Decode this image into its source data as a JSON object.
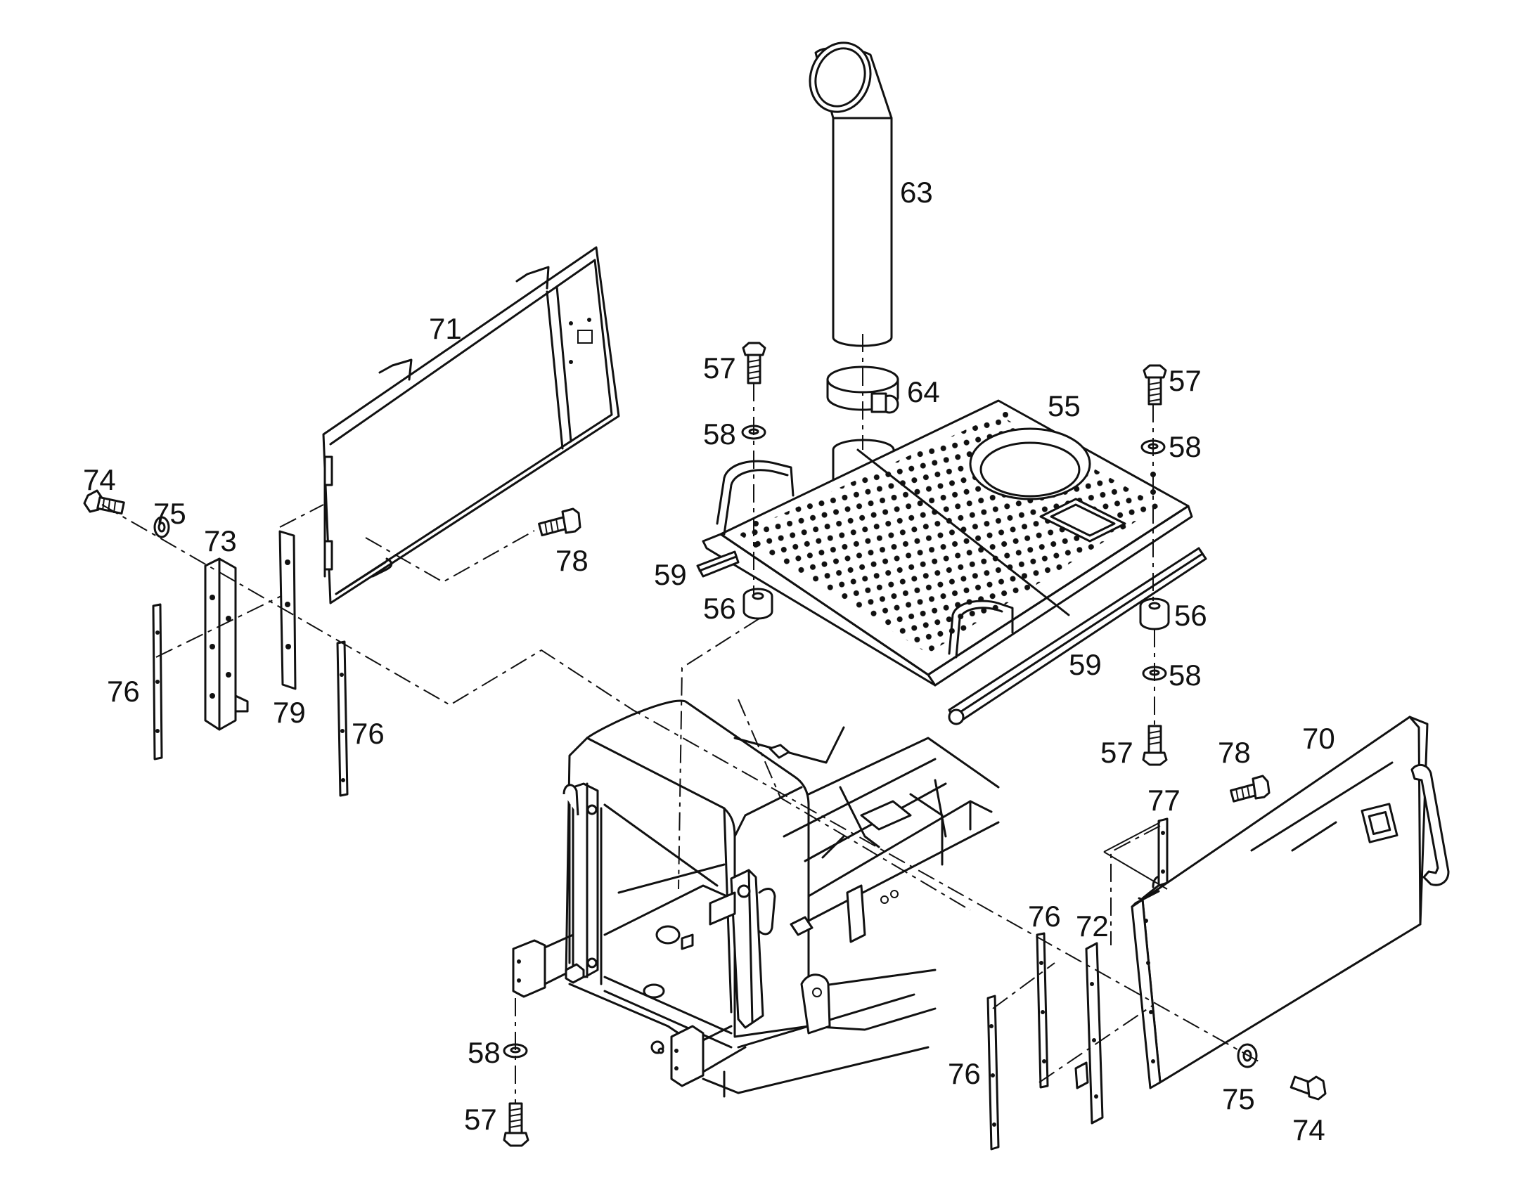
{
  "callouts": [
    {
      "id": "63",
      "text": "63"
    },
    {
      "id": "71",
      "text": "71"
    },
    {
      "id": "57a",
      "text": "57"
    },
    {
      "id": "64",
      "text": "64"
    },
    {
      "id": "55",
      "text": "55"
    },
    {
      "id": "57b",
      "text": "57"
    },
    {
      "id": "58a",
      "text": "58"
    },
    {
      "id": "58b",
      "text": "58"
    },
    {
      "id": "74a",
      "text": "74"
    },
    {
      "id": "75a",
      "text": "75"
    },
    {
      "id": "73",
      "text": "73"
    },
    {
      "id": "78a",
      "text": "78"
    },
    {
      "id": "59a",
      "text": "59"
    },
    {
      "id": "56a",
      "text": "56"
    },
    {
      "id": "56b",
      "text": "56"
    },
    {
      "id": "76a",
      "text": "76"
    },
    {
      "id": "79",
      "text": "79"
    },
    {
      "id": "59b",
      "text": "59"
    },
    {
      "id": "58c",
      "text": "58"
    },
    {
      "id": "76b",
      "text": "76"
    },
    {
      "id": "57c",
      "text": "57"
    },
    {
      "id": "78b",
      "text": "78"
    },
    {
      "id": "70",
      "text": "70"
    },
    {
      "id": "77",
      "text": "77"
    },
    {
      "id": "76c",
      "text": "76"
    },
    {
      "id": "72",
      "text": "72"
    },
    {
      "id": "58d",
      "text": "58"
    },
    {
      "id": "76d",
      "text": "76"
    },
    {
      "id": "75b",
      "text": "75"
    },
    {
      "id": "57d",
      "text": "57"
    },
    {
      "id": "74b",
      "text": "74"
    }
  ]
}
